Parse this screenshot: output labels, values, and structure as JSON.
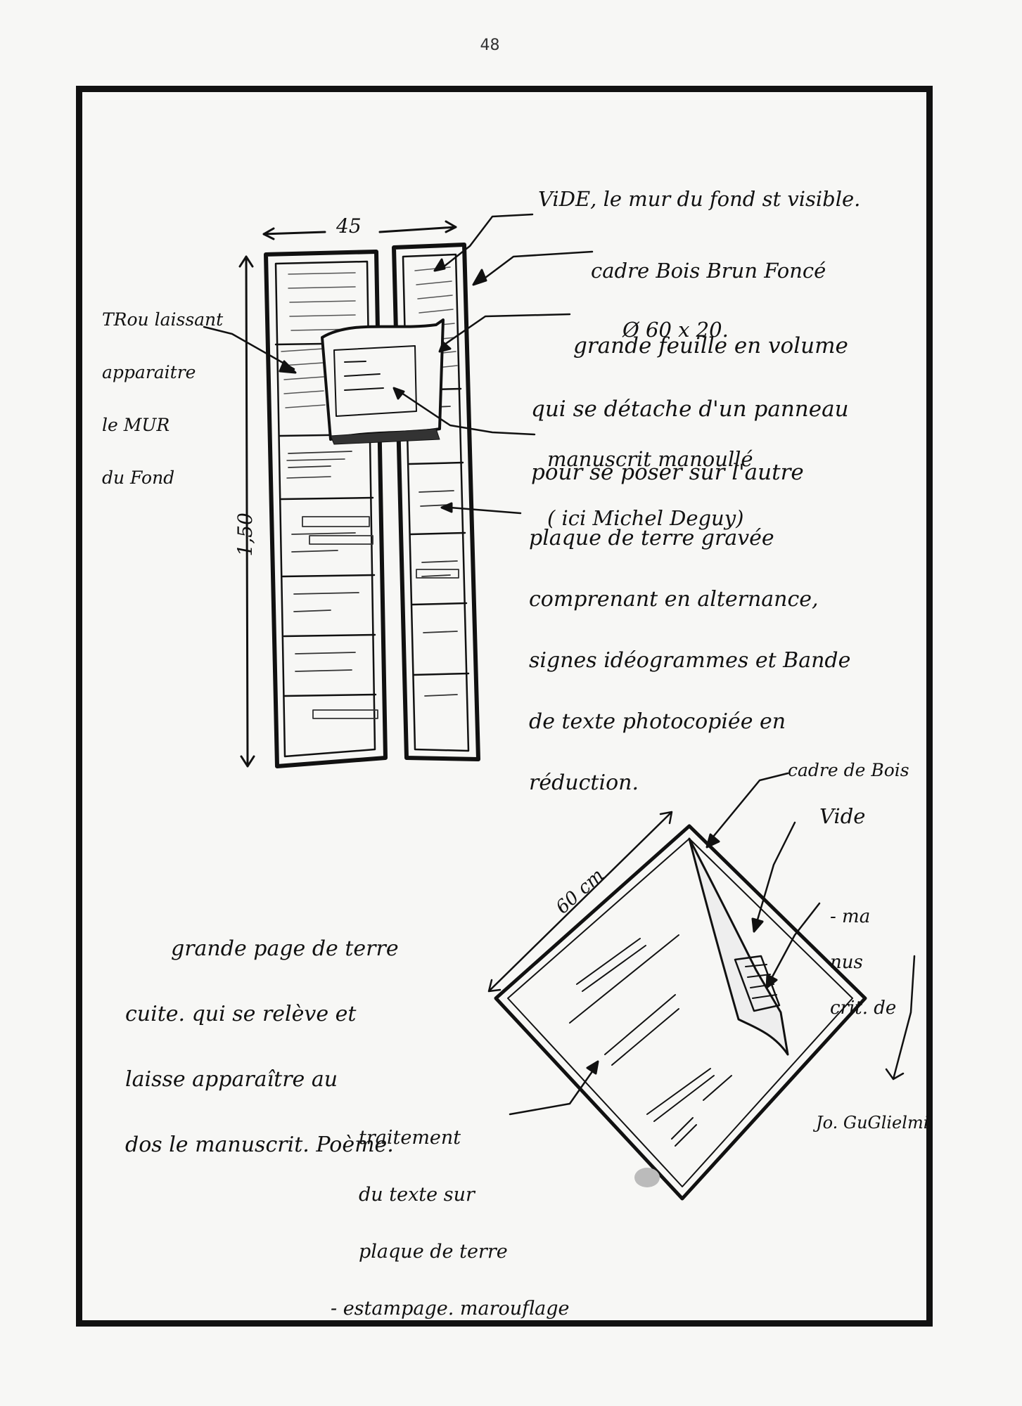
{
  "page_number": "48",
  "sketch1": {
    "dim_width": "45",
    "dim_height": "1,50",
    "note_vide": "ViDE, le mur du fond st visible.",
    "note_cadre": [
      "cadre Bois Brun Foncé",
      "Ø 60 x 20."
    ],
    "note_trou": [
      "TRou laissant",
      "apparaitre",
      "le MUR",
      "du Fond"
    ],
    "note_feuille": [
      "grande feuille en volume",
      "qui se détache d'un panneau",
      "pour se poser sur l'autre"
    ],
    "note_manuscrit": [
      "manuscrit manoullé",
      "( ici Michel Deguy)"
    ],
    "note_plaque": [
      "plaque de terre gravée",
      "comprenant en alternance,",
      "signes idéogrammes et Bande",
      "de texte photocopiée en",
      "réduction."
    ]
  },
  "sketch2": {
    "dim_60": "60 cm",
    "note_cadre": "cadre de Bois",
    "note_vide": "Vide",
    "note_manuscrit": [
      "- ma",
      "nus",
      "crit. de"
    ],
    "author": "Jo. GuGlielmi",
    "note_page": [
      "grande page de terre",
      "cuite. qui se relève et",
      "laisse apparaître au",
      "dos le manuscrit. Poème."
    ],
    "note_traitement": [
      "traitement",
      "du texte sur",
      "plaque de terre",
      "- estampage. marouflage"
    ]
  }
}
